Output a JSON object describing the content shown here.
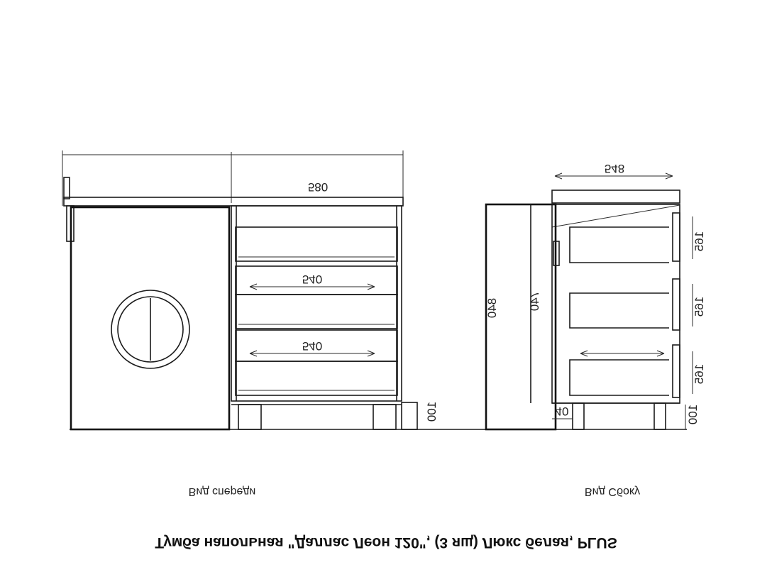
{
  "title": "Тумба напольная \"Даллас Леон 120\", (3 ящ) Люкс белая, PLUS",
  "front_view": {
    "caption": "Вид спереди",
    "width_top": "580",
    "drawer_width_1": "540",
    "drawer_width_2": "540",
    "leg_height": "100"
  },
  "side_view": {
    "caption": "Вид Сбоку",
    "depth": "548",
    "overall_height": "840",
    "body_height": "740",
    "drawer_height_1": "165",
    "drawer_height_2": "165",
    "drawer_height_3": "165",
    "toe_kick": "40",
    "leg_height": "100"
  }
}
